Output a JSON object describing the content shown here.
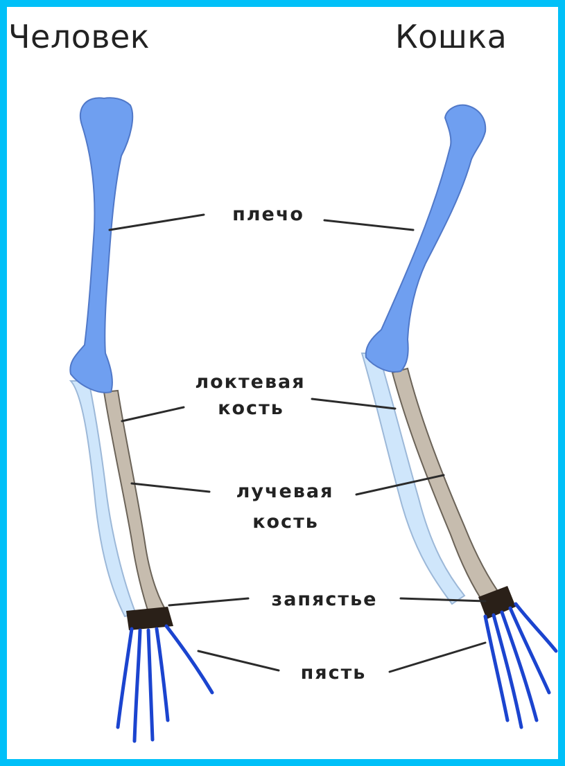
{
  "headers": {
    "left": "Человек",
    "right": "Кошка"
  },
  "labels": {
    "humerus": "плечо",
    "ulna_line1": "локтевая",
    "ulna_line2": "кость",
    "radius_line1": "лучевая",
    "radius_line2": "кость",
    "wrist": "запястье",
    "metacarpus": "пясть"
  },
  "colors": {
    "frame": "#00c0f8",
    "background": "#ffffff",
    "humerus_bone": "#6f9ff0",
    "ulna_bone": "#cfe6fb",
    "radius_bone": "#c6bcae",
    "wrist": "#2a2018",
    "metacarpals": "#1b44cf",
    "leader_lines": "#2b2b2b"
  }
}
